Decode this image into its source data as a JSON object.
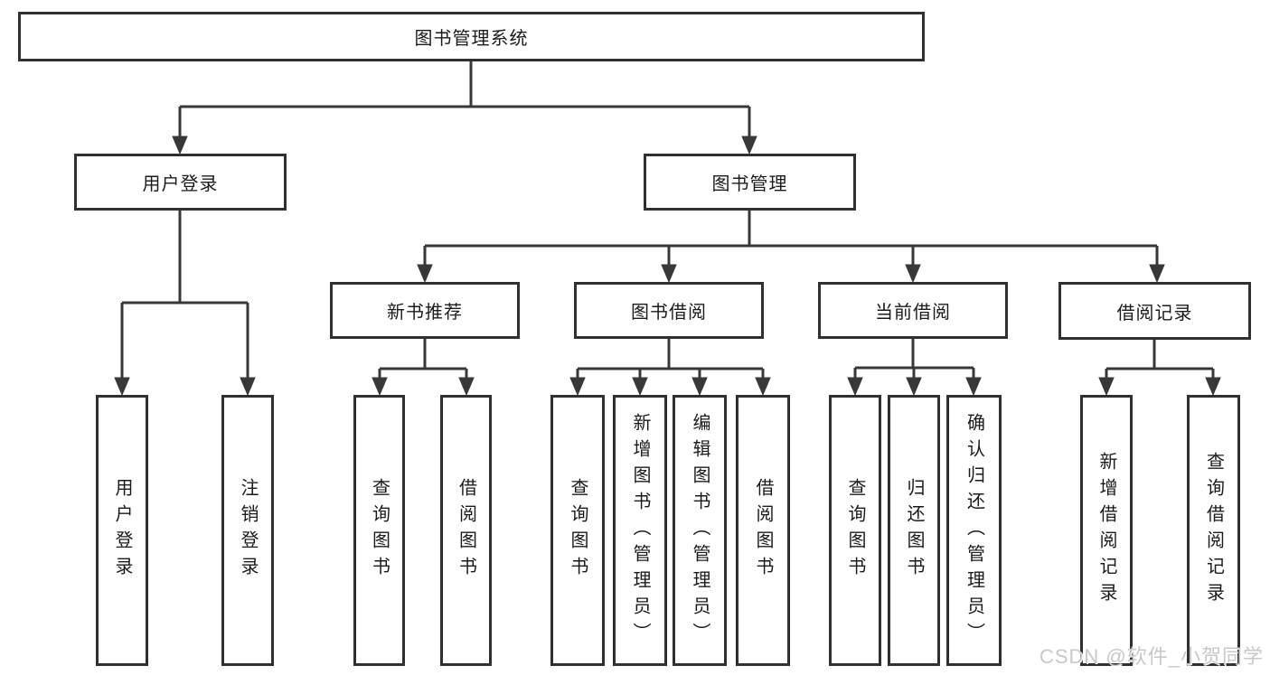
{
  "colors": {
    "background": "#ffffff",
    "line": "#383838",
    "box_border": "#303030",
    "text": "#1b1b1b",
    "watermark": "#c8c8c8"
  },
  "diagram": {
    "root": {
      "label": "图书管理系统"
    },
    "level2": [
      {
        "label": "用户登录"
      },
      {
        "label": "图书管理"
      }
    ],
    "level3": [
      {
        "label": "新书推荐"
      },
      {
        "label": "图书借阅"
      },
      {
        "label": "当前借阅"
      },
      {
        "label": "借阅记录"
      }
    ],
    "leaves": {
      "user": [
        "用户登录",
        "注销登录"
      ],
      "recommend": [
        "查询图书",
        "借阅图书"
      ],
      "borrow": [
        "查询图书",
        "新增图书（管理员）",
        "编辑图书（管理员）",
        "借阅图书"
      ],
      "current": [
        "查询图书",
        "归还图书",
        "确认归还（管理员）"
      ],
      "record": [
        "新增借阅记录",
        "查询借阅记录"
      ]
    }
  },
  "watermark": {
    "text": "CSDN @软件_小贺同学"
  }
}
